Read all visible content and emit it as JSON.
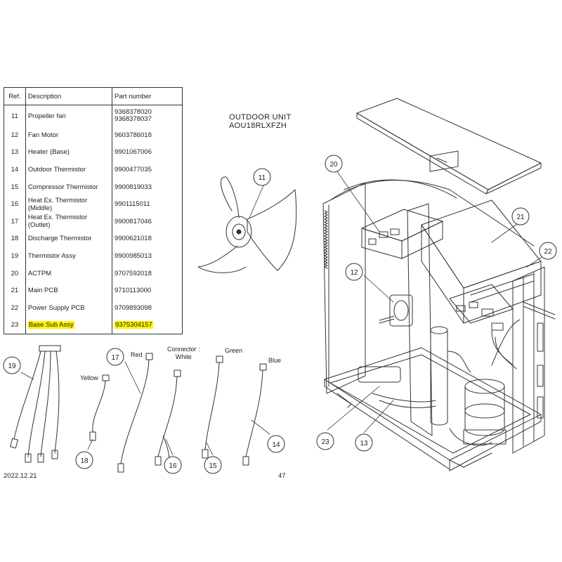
{
  "table": {
    "headers": {
      "ref": "Ref.",
      "description": "Description",
      "part_number": "Part number"
    },
    "rows": [
      {
        "ref": "11",
        "description": "Propeller fan",
        "part_number": "9368378020",
        "part_number_2": "9368378037"
      },
      {
        "ref": "12",
        "description": "Fan Motor",
        "part_number": "9603786018"
      },
      {
        "ref": "13",
        "description": "Heater (Base)",
        "part_number": "9901067006"
      },
      {
        "ref": "14",
        "description": "Outdoor Thermistor",
        "part_number": "9900477035"
      },
      {
        "ref": "15",
        "description": "Compressor Thermistor",
        "part_number": "9900819033"
      },
      {
        "ref": "16",
        "description": "Heat Ex. Thermistor (Middle)",
        "part_number": "9901115011"
      },
      {
        "ref": "17",
        "description": "Heat Ex. Thermistor (Outlet)",
        "part_number": "9900817046"
      },
      {
        "ref": "18",
        "description": "Discharge Thermistor",
        "part_number": "9900621018"
      },
      {
        "ref": "19",
        "description": "Thermistor Assy",
        "part_number": "9900985013"
      },
      {
        "ref": "20",
        "description": "ACTPM",
        "part_number": "9707592018"
      },
      {
        "ref": "21",
        "description": "Main PCB",
        "part_number": "9710113000"
      },
      {
        "ref": "22",
        "description": "Power Supply PCB",
        "part_number": "9709893098"
      },
      {
        "ref": "23",
        "description": "Base Sub Assy",
        "part_number": "9375304157",
        "highlighted": true
      }
    ]
  },
  "title": {
    "line1": "OUTDOOR UNIT",
    "line2": "AOU18RLXFZH"
  },
  "connector_labels": {
    "red": "Red",
    "yellow": "Yellow",
    "white_line1": "Connector :",
    "white_line2": "White",
    "green": "Green",
    "blue": "Blue"
  },
  "callouts": [
    "11",
    "12",
    "13",
    "14",
    "15",
    "16",
    "17",
    "18",
    "19",
    "20",
    "21",
    "22",
    "23"
  ],
  "footer": {
    "date": "2022.12.21",
    "page": "47"
  },
  "colors": {
    "highlight": "#fff200",
    "line": "#333333"
  }
}
